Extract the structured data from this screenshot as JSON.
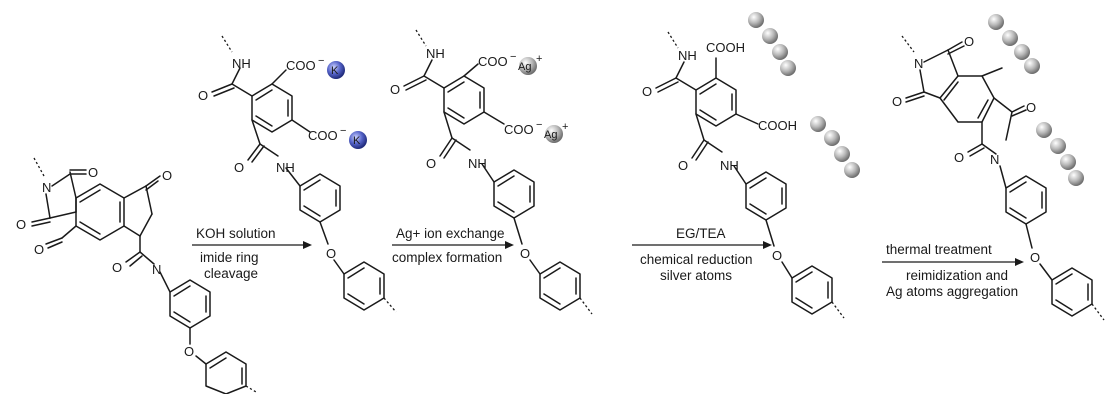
{
  "atoms": {
    "O": "O",
    "N": "N",
    "NH": "NH",
    "COO": "COO",
    "COOH": "COOH",
    "K": "K",
    "Ag": "Ag",
    "plus": "+",
    "minus": "−"
  },
  "steps": [
    {
      "above": "KOH solution",
      "below": [
        "imide ring",
        "cleavage"
      ]
    },
    {
      "above": "Ag+ ion exchange",
      "below": [
        "complex formation"
      ]
    },
    {
      "above": "EG/TEA",
      "below": [
        "chemical reduction",
        "silver atoms"
      ]
    },
    {
      "above": "thermal treatment",
      "below": [
        "reimidization and",
        "Ag atoms aggregation"
      ]
    }
  ],
  "colors": {
    "potassium": "#3f4fb0",
    "silver": "#a8a8a8",
    "ink": "#1a1a1a"
  }
}
